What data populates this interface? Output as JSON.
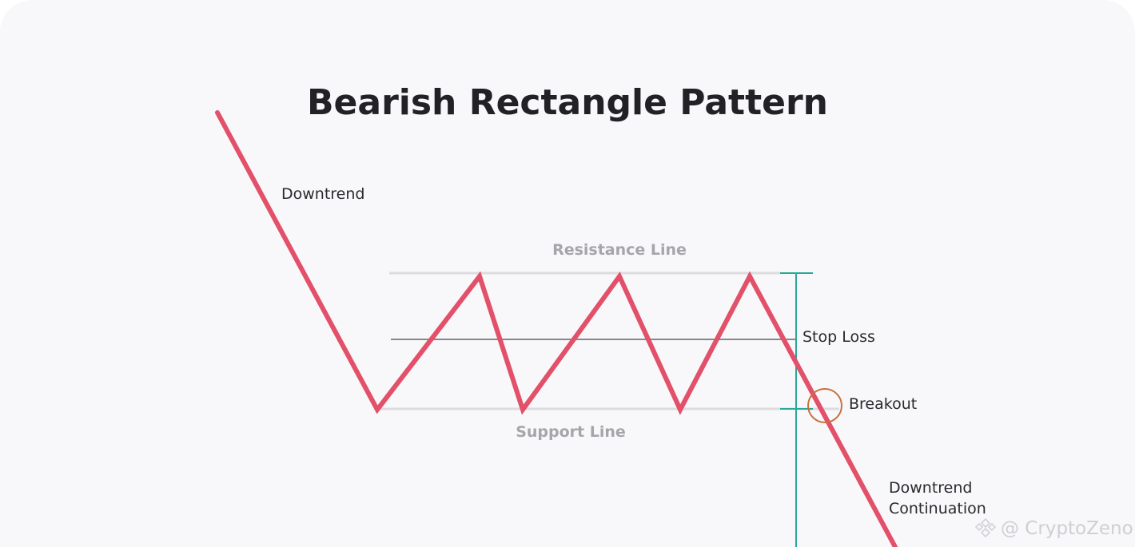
{
  "title": "Bearish Rectangle Pattern",
  "labels": {
    "downtrend": "Downtrend",
    "resistance": "Resistance Line",
    "support": "Support Line",
    "stop_loss": "Stop Loss",
    "breakout": "Breakout",
    "continuation_line1": "Downtrend",
    "continuation_line2": "Continuation"
  },
  "watermark": "@ CryptoZeno",
  "colors": {
    "background": "#f8f8fa",
    "price_line": "#e2506a",
    "support_resistance": "#dcdcdf",
    "stop_loss_line": "#606066",
    "measure_line": "#2aa899",
    "breakout_circle": "#c8703a"
  },
  "chart_data": {
    "type": "line",
    "title": "Bearish Rectangle Pattern",
    "description": "Stylized price path: downtrend into a horizontal consolidation range, then breakdown below support",
    "price_path": [
      {
        "t": 0,
        "price": 100,
        "note": "start of downtrend"
      },
      {
        "t": 1,
        "price": 30,
        "note": "support touch 1"
      },
      {
        "t": 2,
        "price": 60,
        "note": "resistance touch 1"
      },
      {
        "t": 3,
        "price": 30,
        "note": "support touch 2"
      },
      {
        "t": 4,
        "price": 60,
        "note": "resistance touch 2"
      },
      {
        "t": 5,
        "price": 30,
        "note": "support touch 3"
      },
      {
        "t": 6,
        "price": 60,
        "note": "resistance touch 3"
      },
      {
        "t": 7,
        "price": 30,
        "note": "breakout"
      },
      {
        "t": 8,
        "price": 0,
        "note": "downtrend continuation"
      }
    ],
    "levels": {
      "resistance": 60,
      "stop_loss": 45.5,
      "support": 30
    },
    "annotations": [
      "Downtrend",
      "Resistance Line",
      "Support Line",
      "Stop Loss",
      "Breakout",
      "Downtrend Continuation"
    ]
  }
}
